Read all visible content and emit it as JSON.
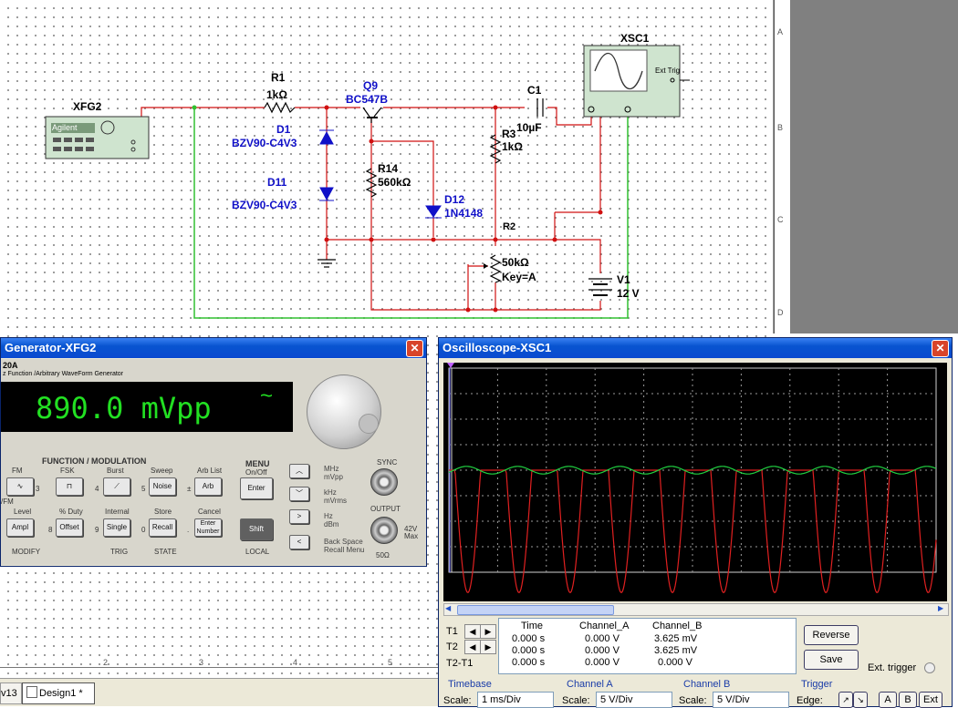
{
  "schematic": {
    "generator_label": "XFG2",
    "generator_brand": "Agilent",
    "r1_name": "R1",
    "r1_value": "1kΩ",
    "q9_name": "Q9",
    "q9_model": "BC547B",
    "d1_name": "D1",
    "d1_model": "BZV90-C4V3",
    "d11_name": "D11",
    "d11_model": "BZV90-C4V3",
    "r14_name": "R14",
    "r14_value": "560kΩ",
    "d12_name": "D12",
    "d12_model": "1N4148",
    "c1_name": "C1",
    "c1_value": "10µF",
    "r3_name": "R3",
    "r3_value": "1kΩ",
    "r2_name": "R2",
    "r2_value": "50kΩ",
    "r2_key": "Key=A",
    "v1_name": "V1",
    "v1_value": "12 V",
    "scope_label": "XSC1",
    "scope_ext_trig": "Ext Trig",
    "zones": [
      "A",
      "B",
      "C",
      "D"
    ],
    "ruler": [
      "2",
      "3",
      "4",
      "5"
    ]
  },
  "taskbar": {
    "tab_prev": "v13",
    "tab_design": "Design1 *"
  },
  "generator_window": {
    "title": "Generator-XFG2",
    "model": "20A",
    "subtitle": "z Function /Arbitrary WaveForm Generator",
    "display": "890.0 mVpp",
    "display_symbol": "~",
    "function_header": "FUNCTION / MODULATION",
    "menu_header": "MENU",
    "menu_sub": "On/Off",
    "top_labels": [
      "FM",
      "FSK",
      "Burst",
      "Sweep",
      "Arb List"
    ],
    "top_buttons": [
      "",
      "",
      "",
      "Noise",
      "Arb"
    ],
    "top_digits": [
      "3",
      "4",
      "5",
      "±"
    ],
    "mid_labels": [
      "Level",
      "% Duty",
      "Internal",
      "Store",
      "Cancel"
    ],
    "bottom_buttons": [
      "Ampl",
      "Offset",
      "Single",
      "Recall",
      "Enter Number"
    ],
    "bottom_digits": [
      "8",
      "9",
      "0",
      "."
    ],
    "fm_label": "/FM",
    "section_labels": [
      "MODIFY",
      "TRIG",
      "STATE",
      "LOCAL"
    ],
    "enter": "Enter",
    "shift": "Shift",
    "unit_labels": [
      "MHz",
      "mVpp",
      "kHz",
      "mVrms",
      "Hz",
      "dBm"
    ],
    "backspace": "Back Space",
    "recall_menu": "Recall Menu",
    "sync": "SYNC",
    "output": "OUTPUT",
    "ohm": "50Ω",
    "max": "42V Max"
  },
  "scope_window": {
    "title": "Oscilloscope-XSC1",
    "table_headers": [
      "Time",
      "Channel_A",
      "Channel_B"
    ],
    "rows": [
      {
        "label": "T1",
        "time": "0.000 s",
        "a": "0.000 V",
        "b": "3.625 mV"
      },
      {
        "label": "T2",
        "time": "0.000 s",
        "a": "0.000 V",
        "b": "3.625 mV"
      },
      {
        "label": "T2-T1",
        "time": "0.000 s",
        "a": "0.000 V",
        "b": "0.000 V"
      }
    ],
    "reverse": "Reverse",
    "save": "Save",
    "ext_trigger": "Ext. trigger",
    "timebase_header": "Timebase",
    "channel_a_header": "Channel A",
    "channel_b_header": "Channel B",
    "trigger_header": "Trigger",
    "scale_label": "Scale:",
    "timebase_scale": "1 ms/Div",
    "channel_a_scale": "5  V/Div",
    "channel_b_scale": "5  V/Div",
    "edge_label": "Edge:",
    "trigger_buttons": [
      "A",
      "B",
      "Ext"
    ],
    "colors": {
      "channel_a": "#e02020",
      "channel_b": "#20d040",
      "screen": "#000000"
    }
  },
  "chart_data": {
    "type": "line",
    "title": "",
    "xlabel": "",
    "ylabel": "",
    "x_divisions": 10,
    "y_divisions": 8,
    "period_divisions": 1.05,
    "series": [
      {
        "name": "Channel_A",
        "color": "#e02020",
        "trough_div": -4.8,
        "baseline_div": 0.0
      },
      {
        "name": "Channel_B",
        "color": "#20d040",
        "ripple_div": 0.15,
        "baseline_div": 0.0
      }
    ]
  }
}
